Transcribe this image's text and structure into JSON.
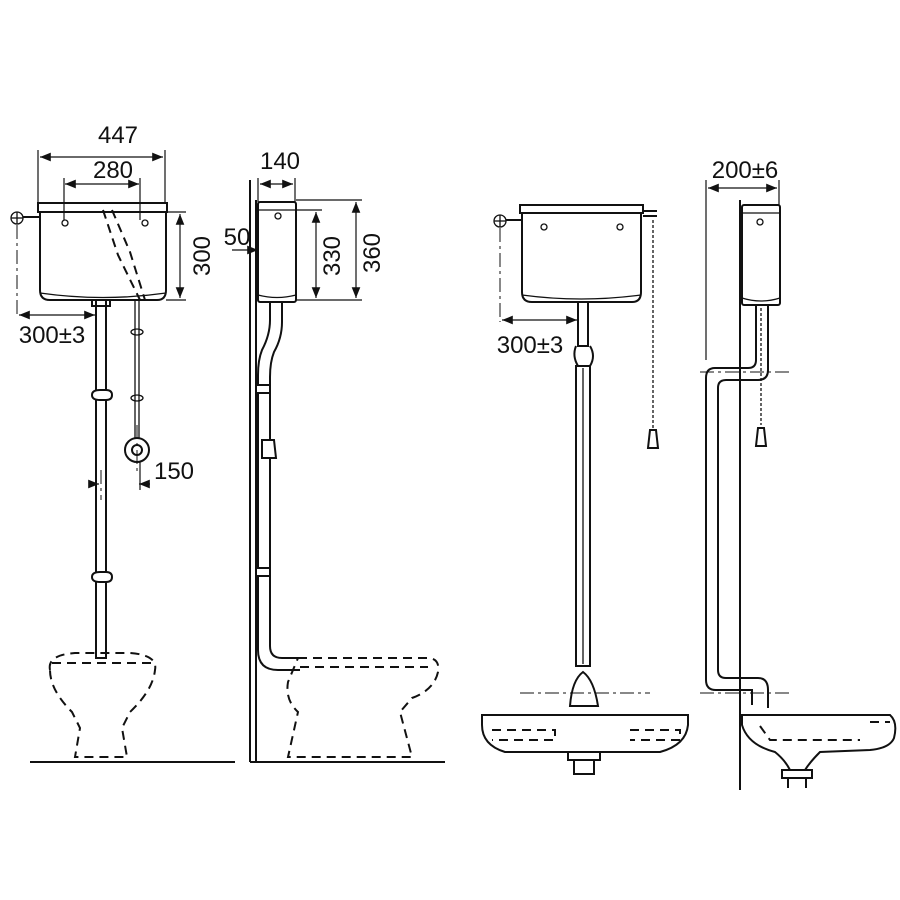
{
  "diagram": {
    "dimensions": {
      "tank_width_front": "447",
      "hole_spacing_front": "280",
      "tank_height_front": "300",
      "bracket_offset_front": "300±3",
      "pipe_offset_front": "150",
      "tank_depth_side": "140",
      "inlet_height_side": "50",
      "inner_height_side": "330",
      "total_height_side": "360",
      "bracket_offset_basin": "300±3",
      "tank_depth_basin_side": "200±6"
    }
  }
}
